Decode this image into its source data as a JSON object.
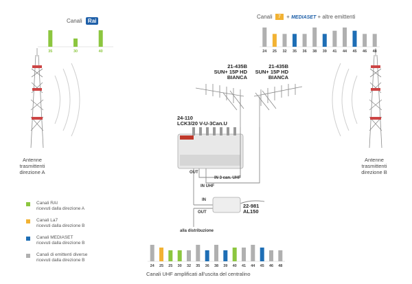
{
  "colors": {
    "rai_green": "#8cc63f",
    "la7_yellow": "#f2b233",
    "mediaset_blue": "#1e6eb5",
    "other_gray": "#b0b0b0",
    "line_gray": "#9a9a9a"
  },
  "top_left": {
    "title": "Canali",
    "badge": "Rai",
    "ticks": [
      "35",
      "30",
      "40"
    ]
  },
  "top_right": {
    "title_prefix": "Canali",
    "plus1": "+",
    "mediaset": "MEDIASET",
    "plus2": "+",
    "title_suffix": "altre emittenti",
    "ticks": [
      "24",
      "25",
      "32",
      "35",
      "36",
      "38",
      "39",
      "41",
      "44",
      "45",
      "46",
      "48"
    ]
  },
  "antenna_a": {
    "lines": [
      "Antenne",
      "trasmittenti",
      "direzione A"
    ]
  },
  "antenna_b": {
    "lines": [
      "Antenne",
      "trasmittenti",
      "direzione B"
    ]
  },
  "antenna_label_1": {
    "code": "21-435B",
    "model": "SUN+ 15P HD",
    "color": "BIANCA"
  },
  "antenna_label_2": {
    "code": "21-435B",
    "model": "SUN+ 15P HD",
    "color": "BIANCA"
  },
  "amplifier": {
    "code": "24-110",
    "model": "LCK3/20 V-U-3Can.U"
  },
  "splitter": {
    "code": "22-981",
    "model": "AL150"
  },
  "signal_labels": {
    "out1": "OUT",
    "in_3can": "IN 3 can. UHF",
    "in_uhf": "IN UHF",
    "in2": "IN",
    "out2": "OUT",
    "alla_distribuzione": "alla distribuzione"
  },
  "legend": [
    {
      "color": "#8cc63f",
      "title": "Canali RAI",
      "sub": "ricevuti dalla direzione A"
    },
    {
      "color": "#f2b233",
      "title": "Canali La7",
      "sub": "ricevuti dalla direzione B"
    },
    {
      "color": "#1e6eb5",
      "title": "Canali MEDIASET",
      "sub": "ricevuti dalla direzione B"
    },
    {
      "color": "#b0b0b0",
      "title": "Canali di emittenti diverse",
      "sub": "ricevuti dalla direzione B"
    }
  ],
  "bottom": {
    "ticks": [
      "24",
      "25",
      "25",
      "30",
      "32",
      "35",
      "36",
      "38",
      "39",
      "40",
      "41",
      "44",
      "45",
      "46",
      "48"
    ],
    "footer": "Canali UHF amplificati all'uscita del centralino"
  },
  "chart_data": [
    {
      "type": "bar",
      "categories": [
        "35",
        "30",
        "40"
      ],
      "series": [
        {
          "values": [
            3,
            1.5,
            3
          ]
        }
      ]
    },
    {
      "type": "bar",
      "categories": [
        "24",
        "25",
        "32",
        "35",
        "36",
        "38",
        "39",
        "41",
        "44",
        "45",
        "46",
        "48"
      ],
      "series": [
        {
          "values": [
            3,
            2,
            2,
            2,
            2,
            3,
            2,
            2.5,
            3,
            2.5,
            2,
            2
          ]
        }
      ]
    },
    {
      "type": "bar",
      "categories": [
        "24",
        "25",
        "25",
        "30",
        "32",
        "35",
        "36",
        "38",
        "39",
        "40",
        "41",
        "44",
        "45",
        "46",
        "48"
      ],
      "series": [
        {
          "values": [
            3,
            2.5,
            2,
            2,
            2,
            3,
            2,
            3,
            2,
            2.5,
            2.5,
            3,
            2.5,
            2,
            2
          ]
        }
      ]
    }
  ]
}
